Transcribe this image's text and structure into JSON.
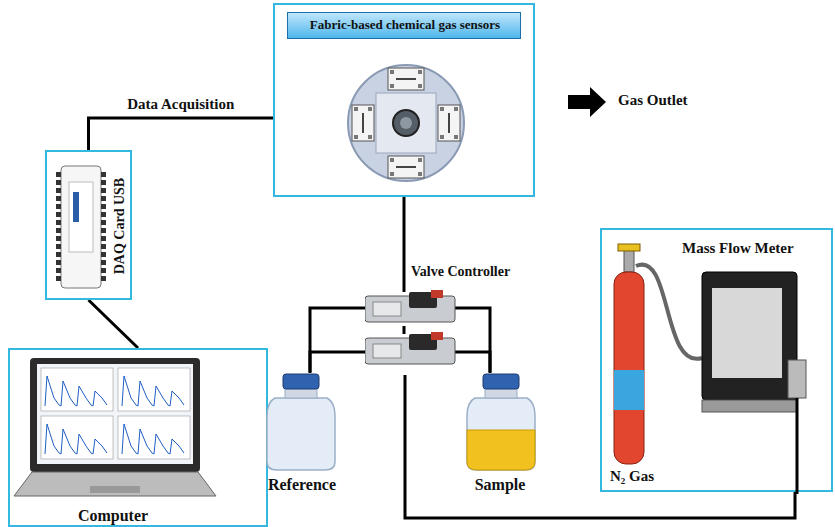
{
  "diagram": {
    "nodes": [
      {
        "text": [
          "Fabric-based chemical gas sensors"
        ]
      },
      {
        "text": [
          "DAQ Card USB"
        ]
      },
      {
        "text": [
          "Computer"
        ]
      },
      {
        "text": [
          "Mass Flow Meter",
          "N₂ Gas"
        ]
      },
      {
        "text": [
          "Reference"
        ]
      },
      {
        "text": [
          "Sample"
        ]
      },
      {
        "text": [
          "Valve Controller"
        ]
      }
    ],
    "edges": [
      {
        "from": 0,
        "to": 1,
        "label": "Data Acquisition",
        "arrow": "none"
      },
      {
        "from": 1,
        "to": 2,
        "arrow": "none"
      },
      {
        "from": 0,
        "to": 6,
        "arrow": "none"
      },
      {
        "from": 6,
        "to": 4,
        "arrow": "none"
      },
      {
        "from": 6,
        "to": 5,
        "arrow": "none"
      },
      {
        "from": 3,
        "to": 6,
        "arrow": "none"
      }
    ],
    "labels": [
      "Gas Outlet"
    ]
  }
}
